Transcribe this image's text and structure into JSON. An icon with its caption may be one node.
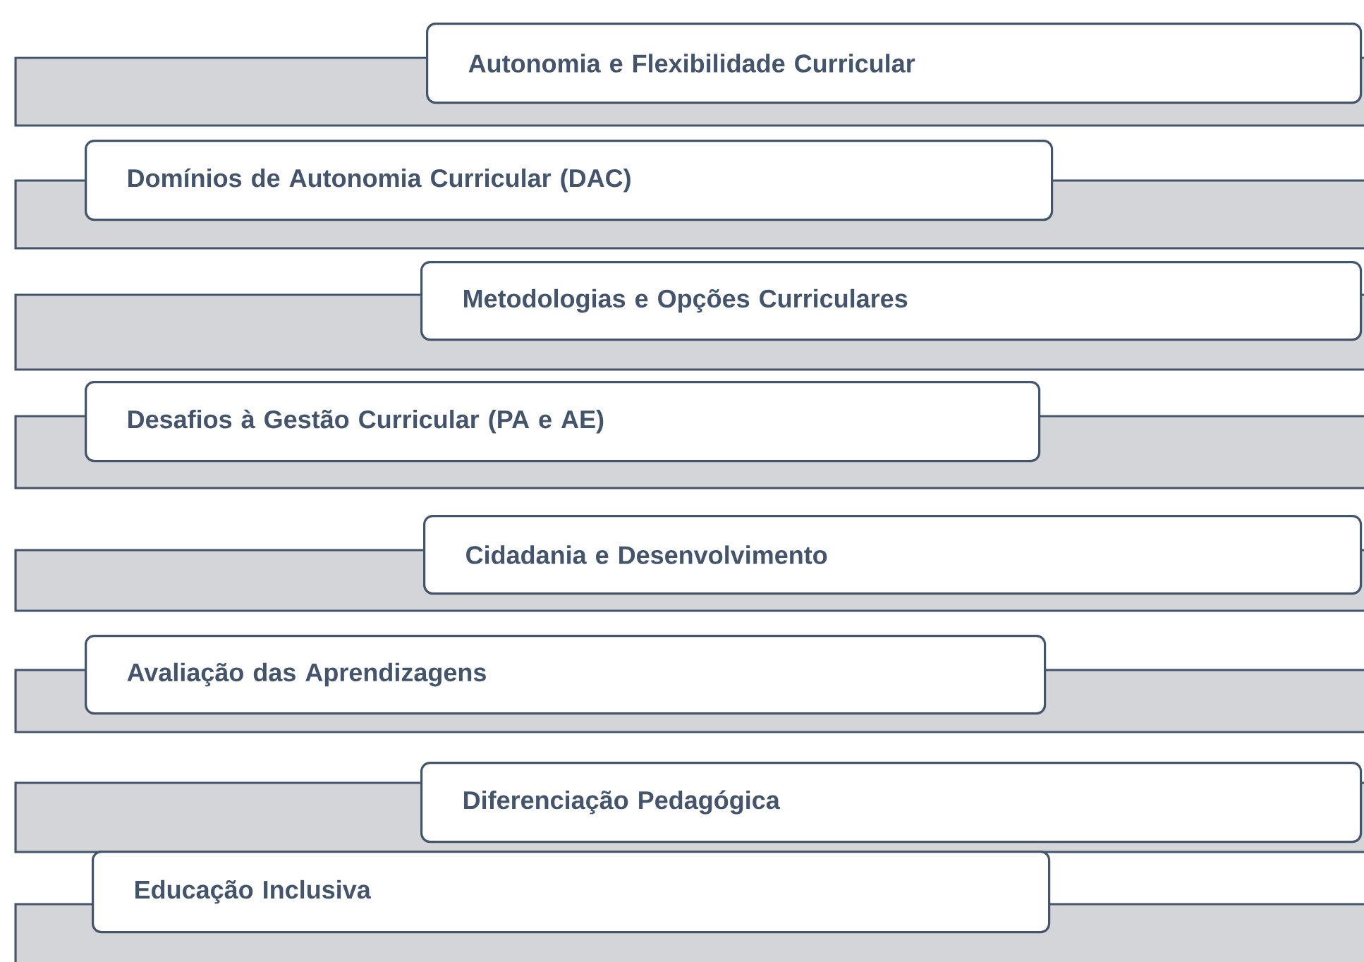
{
  "diagram": {
    "nodes": [
      {
        "text": [
          "Autonomia e Flexibilidade Curricular"
        ]
      },
      {
        "text": [
          "Domínios de Autonomia Curricular (DAC)"
        ]
      },
      {
        "text": [
          "Metodologias e Opções Curriculares"
        ]
      },
      {
        "text": [
          "Desafios à Gestão Curricular (PA e AE)"
        ]
      },
      {
        "text": [
          "Cidadania e Desenvolvimento"
        ]
      },
      {
        "text": [
          "Avaliação das Aprendizagens"
        ]
      },
      {
        "text": [
          "Diferenciação Pedagógica"
        ]
      },
      {
        "text": [
          "Educação Inclusiva"
        ]
      }
    ]
  }
}
